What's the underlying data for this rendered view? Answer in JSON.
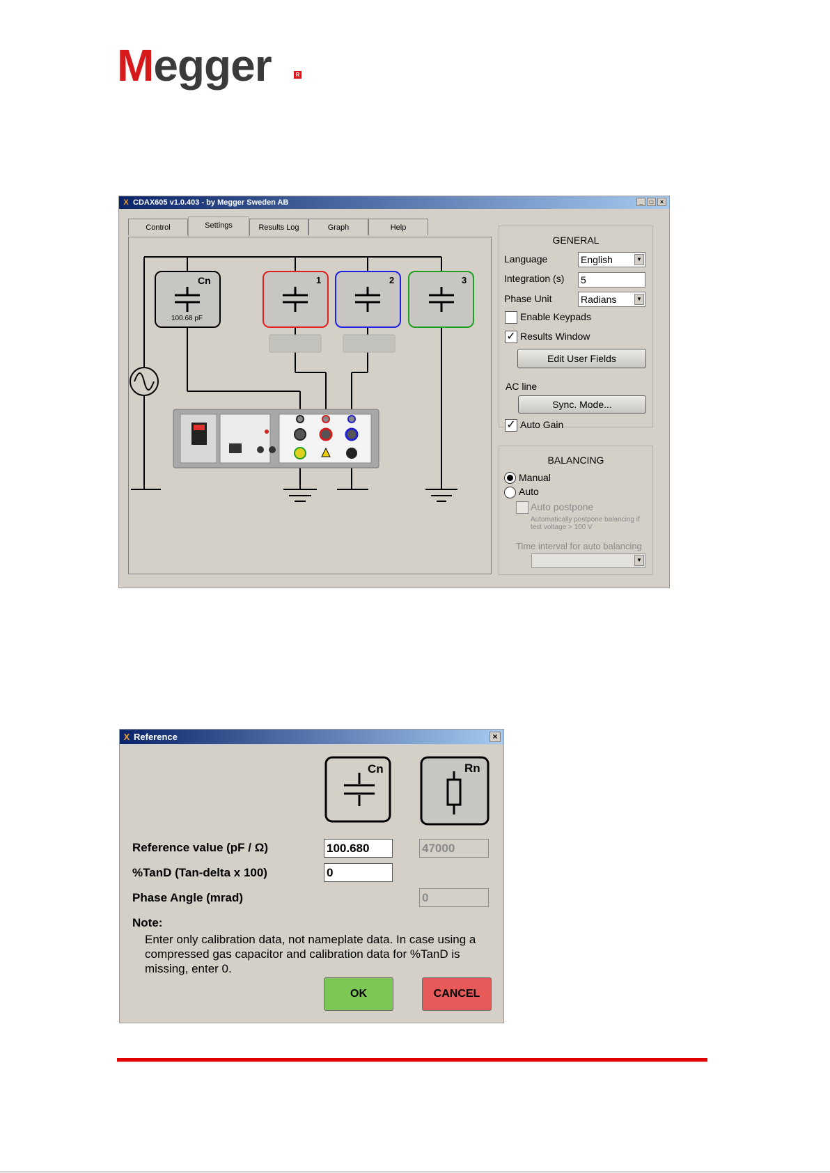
{
  "logo": {
    "text_m": "M",
    "text_rest": "egger",
    "reg_mark": "R"
  },
  "main_window": {
    "title": "CDAX605 v1.0.403 - by Megger Sweden AB",
    "title_buttons": [
      "_",
      "□",
      "×"
    ],
    "tabs": [
      {
        "label": "Control",
        "active": false
      },
      {
        "label": "Settings",
        "active": true
      },
      {
        "label": "Results Log",
        "active": false
      },
      {
        "label": "Graph",
        "active": false
      },
      {
        "label": "Help",
        "active": false
      }
    ],
    "diagram": {
      "cn_label": "Cn",
      "cn_value": "100.68 pF",
      "channel_labels": [
        "1",
        "2",
        "3"
      ],
      "channel_colors": [
        "#e02020",
        "#2020e0",
        "#20a020"
      ]
    },
    "general": {
      "title": "GENERAL",
      "language_label": "Language",
      "language_value": "English",
      "integration_label": "Integration (s)",
      "integration_value": "5",
      "phase_unit_label": "Phase Unit",
      "phase_unit_value": "Radians",
      "enable_keypads_label": "Enable Keypads",
      "enable_keypads_checked": false,
      "results_window_label": "Results Window",
      "results_window_checked": true,
      "edit_user_fields_label": "Edit User Fields",
      "ac_line_label": "AC line",
      "sync_mode_label": "Sync. Mode...",
      "auto_gain_label": "Auto Gain",
      "auto_gain_checked": true
    },
    "balancing": {
      "title": "BALANCING",
      "manual_label": "Manual",
      "auto_label": "Auto",
      "selected": "Manual",
      "auto_postpone_label": "Auto postpone",
      "auto_postpone_help_1": "Automatically postpone balancing if",
      "auto_postpone_help_2": "test voltage > 100 V",
      "time_interval_label": "Time interval for auto balancing",
      "time_interval_value": ""
    }
  },
  "reference_window": {
    "title": "Reference",
    "close_glyph": "×",
    "cn_label": "Cn",
    "rn_label": "Rn",
    "reference_value_label": "Reference value (pF / Ω)",
    "reference_value_cn": "100.680",
    "reference_value_rn": "47000",
    "tand_label": "%TanD (Tan-delta x 100)",
    "tand_value": "0",
    "phase_angle_label": "Phase Angle (mrad)",
    "phase_angle_value": "0",
    "note_title": "Note:",
    "note_line_1": "Enter only calibration data, not nameplate data. In case using a",
    "note_line_2": "compressed gas capacitor and calibration data for %TanD is",
    "note_line_3": "missing, enter 0.",
    "ok_label": "OK",
    "cancel_label": "CANCEL",
    "ok_color": "#7dc855",
    "cancel_color": "#e85a5a"
  }
}
